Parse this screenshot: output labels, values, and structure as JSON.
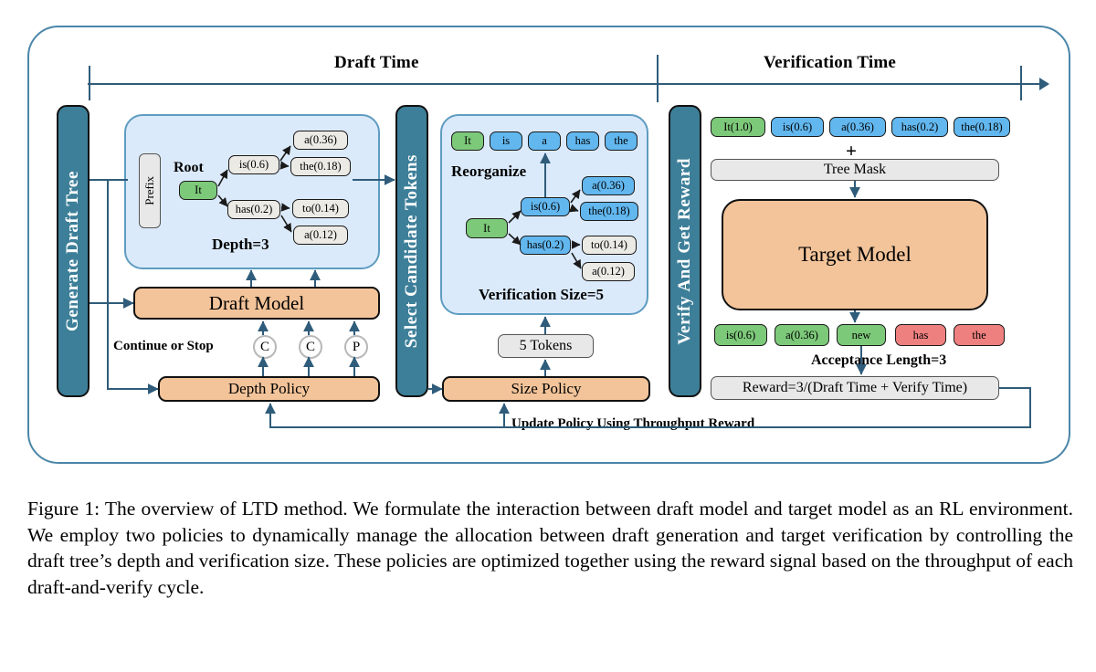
{
  "figure": {
    "timeline": {
      "draft_label": "Draft Time",
      "verification_label": "Verification Time"
    },
    "stages": [
      {
        "name": "generate-draft-tree",
        "label": "Generate Draft Tree"
      },
      {
        "name": "select-candidate-tokens",
        "label": "Select Candidate Tokens"
      },
      {
        "name": "verify-and-get-reward",
        "label": "Verify And Get Reward"
      }
    ],
    "draft_panel": {
      "prefix_label": "Prefix",
      "root_label": "Root",
      "depth_label": "Depth=3",
      "nodes": {
        "root": "It",
        "is": "is(0.6)",
        "has": "has(0.2)",
        "a36": "a(0.36)",
        "the18": "the(0.18)",
        "to14": "to(0.14)",
        "a12": "a(0.12)"
      }
    },
    "reorg_panel": {
      "title": "Reorganize",
      "size_label": "Verification Size=5",
      "sequence": [
        "It",
        "is",
        "a",
        "has",
        "the"
      ],
      "nodes": {
        "root": "It",
        "is": "is(0.6)",
        "has": "has(0.2)",
        "a36": "a(0.36)",
        "the18": "the(0.18)",
        "to14": "to(0.14)",
        "a12": "a(0.12)"
      }
    },
    "models": {
      "draft_model": "Draft Model",
      "target_model": "Target Model"
    },
    "policies": {
      "depth_policy": "Depth Policy",
      "size_policy": "Size Policy",
      "continue_or_stop": "Continue or Stop",
      "decisions": [
        "C",
        "C",
        "P"
      ],
      "tokens_box": "5 Tokens",
      "update_label": "Update Policy Using Throughput Reward"
    },
    "verification": {
      "input_tokens": [
        "It(1.0)",
        "is(0.6)",
        "a(0.36)",
        "has(0.2)",
        "the(0.18)"
      ],
      "plus_sign": "+",
      "tree_mask": "Tree Mask",
      "output_tokens": [
        {
          "label": "is(0.6)",
          "state": "accepted"
        },
        {
          "label": "a(0.36)",
          "state": "accepted"
        },
        {
          "label": "new",
          "state": "accepted"
        },
        {
          "label": "has",
          "state": "rejected"
        },
        {
          "label": "the",
          "state": "rejected"
        }
      ],
      "acceptance_label": "Acceptance Length=3",
      "reward_label": "Reward=3/(Draft Time + Verify Time)"
    },
    "colors": {
      "stage_bar": "#3d7f99",
      "panel_fill": "#dbeafb",
      "model_fill": "#f3c49a",
      "accepted": "#7dc97a",
      "selected": "#62b7ef",
      "unselected": "#eceae5",
      "rejected": "#ef8080",
      "wire": "#2f5c7a"
    }
  },
  "caption": {
    "text": "Figure 1: The overview of LTD method. We formulate the interaction between draft model and target model as an RL environment. We employ two policies to dynamically manage the allocation between draft generation and target verification by controlling the draft tree’s depth and verification size. These policies are optimized together using the reward signal based on the throughput of each draft-and-verify cycle."
  }
}
